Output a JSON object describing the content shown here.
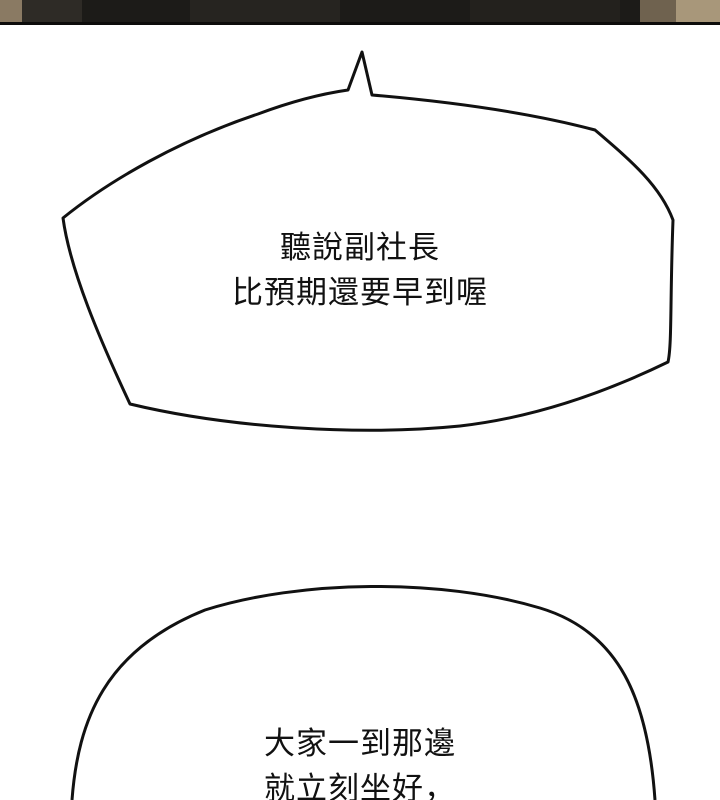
{
  "speech_bubbles": [
    {
      "lines": [
        "聽說副社長",
        "比預期還要早到喔"
      ]
    },
    {
      "lines": [
        "大家一到那邊",
        "就立刻坐好，"
      ]
    }
  ],
  "colors": {
    "ink": "#111111",
    "panel_dark": "#1c1b18",
    "panel_mid": "#2e2b26",
    "panel_light": "#8a7a63",
    "background": "#ffffff"
  }
}
